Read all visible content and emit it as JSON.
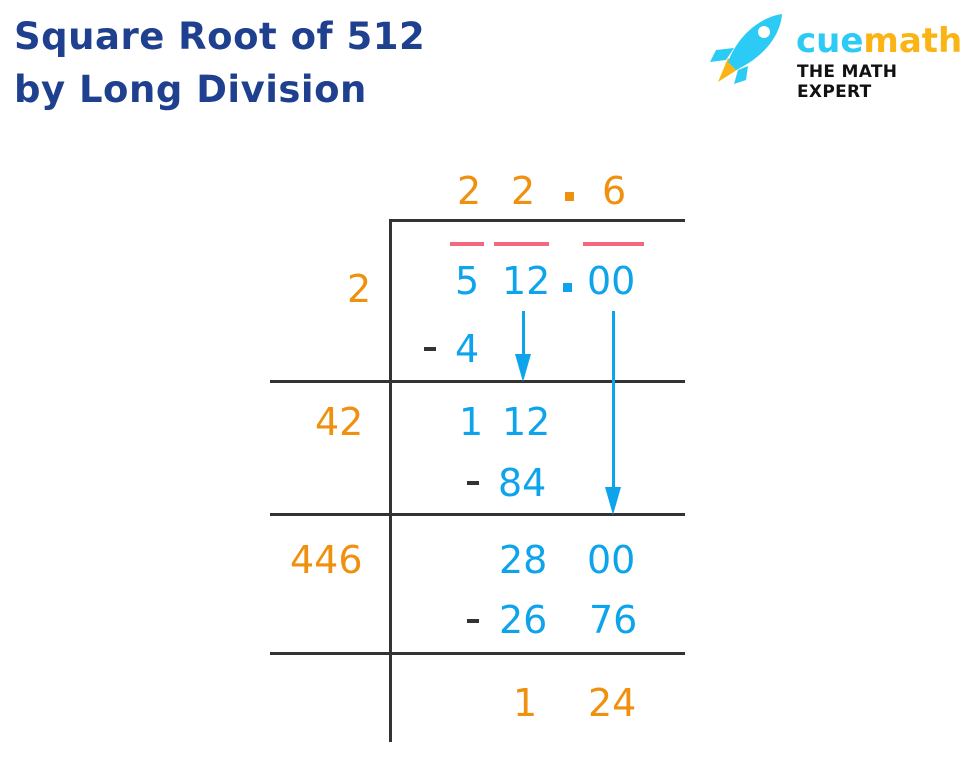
{
  "title": {
    "line1": "Square Root of 512",
    "line2": "by Long Division"
  },
  "logo": {
    "icon": "rocket-icon",
    "brand_part1": "cue",
    "brand_part2": "math",
    "tagline": "THE MATH EXPERT"
  },
  "colors": {
    "title": "#1f3f8f",
    "quotient": "#f0900f",
    "dividend": "#0ea4ec",
    "pairing_bar": "#f4687f",
    "lines": "#333333"
  },
  "division": {
    "quotient": {
      "d1": "2",
      "d2": "2",
      "decimal": ".",
      "d3": "6",
      "value": "22.6"
    },
    "dividend": {
      "g1": "5",
      "g2": "12",
      "decimal": ".",
      "g3": "00"
    },
    "steps": [
      {
        "divisor": "2",
        "subtract": "4"
      },
      {
        "divisor": "42",
        "remainder_part1": "1",
        "remainder_part2": "12",
        "subtract": "84"
      },
      {
        "divisor": "446",
        "remainder_part1": "28",
        "remainder_part2": "00",
        "subtract_part1": "26",
        "subtract_part2": "76"
      }
    ],
    "final_remainder": {
      "part1": "1",
      "part2": "24"
    }
  }
}
